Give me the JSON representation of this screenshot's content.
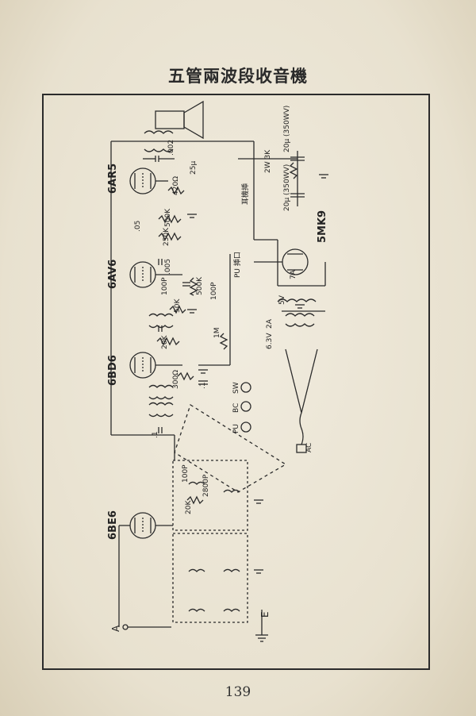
{
  "page": {
    "title": "五管兩波段收音機",
    "page_number": "139"
  },
  "diagram": {
    "tubes": [
      "6AR5",
      "6AV6",
      "6BD6",
      "6BE6",
      "5MK9"
    ],
    "labels": {
      "earphone_jack": "耳機揷",
      "pu_jack": "PU\n揷口",
      "pu": "PU",
      "sw": "SW",
      "bc": "BC",
      "a": "A",
      "e": "E",
      "ac": "AC",
      "v5": "5V",
      "a7": "7A",
      "v63": "6.3V",
      "a2": "2A",
      "c20_1": "20μ\n(350WV)",
      "c20_2": "20μ\n(350WV)",
      "r2w": "2W\n3K",
      "c002": ".002",
      "c25": "25μ",
      "r420": "420Ω",
      "c05": ".05",
      "r500k": "500K",
      "r250k": "250K",
      "c005": ".005",
      "c100p_1": "100P",
      "r50k": "50K",
      "r500k_2": "500K",
      "c100p_2": "100P",
      "r20k": "20K",
      "r1m": "1M",
      "r300": "300Ω",
      "c1": ".1",
      "c01": ".1",
      "c100p_3": "100P",
      "c2800p": "2800P",
      "r20k_2": "20K"
    }
  }
}
